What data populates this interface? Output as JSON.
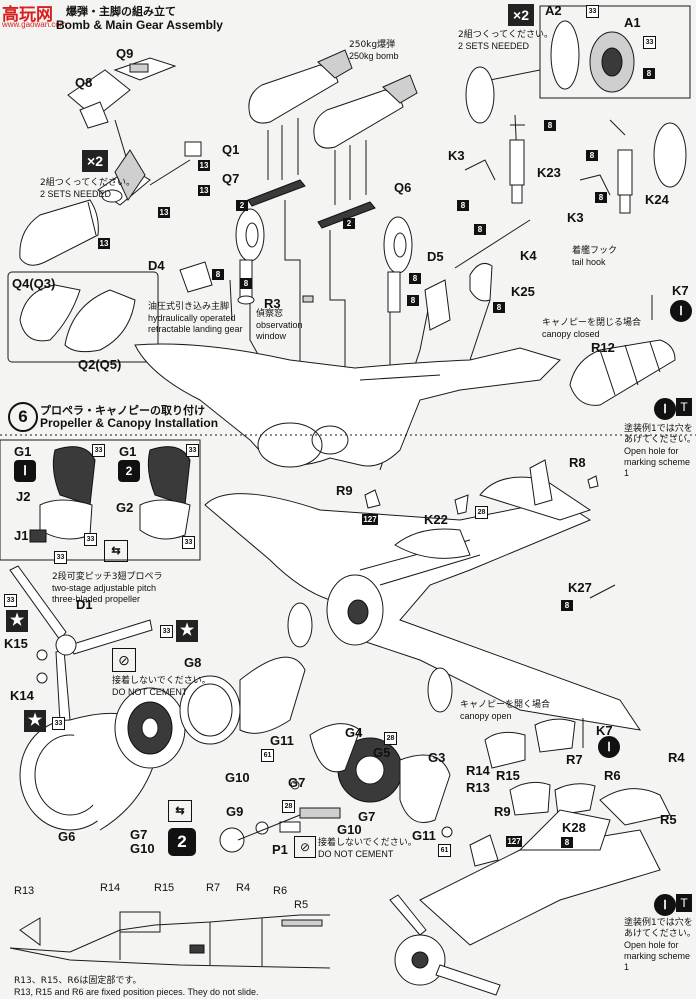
{
  "header": {
    "watermark_logo": "高玩网",
    "watermark_url": "www.gaowan.com",
    "section5_title_jp": "爆弾・主脚の組み立て",
    "section5_title_en": "Bomb & Main Gear Assembly"
  },
  "section6": {
    "number": "6",
    "title_jp": "プロペラ・キャノピーの取り付け",
    "title_en": "Propeller & Canopy Installation"
  },
  "counts": {
    "x2": "×2",
    "two_sets_jp": "2組つくってください。",
    "two_sets_en": "2 SETS NEEDED"
  },
  "parts": {
    "q9": "Q9",
    "q8": "Q8",
    "q1": "Q1",
    "q7": "Q7",
    "q6": "Q6",
    "q4q3": "Q4(Q3)",
    "q2q5": "Q2(Q5)",
    "d4": "D4",
    "r3": "R3",
    "d5": "D5",
    "k25": "K25",
    "k4": "K4",
    "k3a": "K3",
    "k3b": "K3",
    "k23": "K23",
    "k24": "K24",
    "a2": "A2",
    "a1": "A1",
    "k7a": "K7",
    "k7b": "K7",
    "r12": "R12",
    "r8": "R8",
    "r9a": "R9",
    "r9b": "R9",
    "k22": "K22",
    "k27": "K27",
    "g1a": "G1",
    "g1b": "G1",
    "j2": "J2",
    "j1": "J1",
    "g2": "G2",
    "d1": "D1",
    "k15": "K15",
    "k14": "K14",
    "g8": "G8",
    "g6": "G6",
    "g4": "G4",
    "g5": "G5",
    "g3": "G3",
    "g11a": "G11",
    "g11b": "G11",
    "g10a": "G10",
    "g10b": "G10",
    "g7a": "G7",
    "g7b": "G7",
    "g9": "G9",
    "p1": "P1",
    "g7g10": "G7\nG10",
    "r14": "R14",
    "r15": "R15",
    "r13": "R13",
    "r7": "R7",
    "r6": "R6",
    "r4": "R4",
    "r5": "R5",
    "k28": "K28",
    "f_r13": "R13",
    "f_r14": "R14",
    "f_r15": "R15",
    "f_r7": "R7",
    "f_r4": "R4",
    "f_r6": "R6",
    "f_r5": "R5"
  },
  "labels": {
    "bomb_jp": "250kg爆弾",
    "bomb_en": "250kg bomb",
    "gear_jp": "油圧式引き込み主脚",
    "gear_en": "hydraulically operated\nretractable landing gear",
    "window_jp": "偵察窓",
    "window_en": "observation\nwindow",
    "tailhook_jp": "着艦フック",
    "tailhook_en": "tail hook",
    "canopy_closed_jp": "キャノピーを閉じる場合",
    "canopy_closed_en": "canopy closed",
    "canopy_open_jp": "キャノピーを開く場合",
    "canopy_open_en": "canopy open",
    "scheme_jp": "塗装例1では穴を\nあけてください。",
    "scheme_en": "Open hole for\nmarking scheme 1",
    "prop_jp": "2段可変ピッチ3翅プロペラ",
    "prop_en": "two-stage adjustable pitch\nthree-bladed propeller",
    "nocement_jp": "接着しないでください。",
    "nocement_en": "DO NOT CEMENT",
    "footer_jp": "R13、R15、R6は固定部です。",
    "footer_en": "R13, R15 and R6 are fixed position pieces. They do not slide."
  },
  "paint_codes": {
    "c13": "13",
    "c8": "8",
    "c2": "2",
    "c33": "33",
    "c127": "127",
    "c28": "28",
    "c61": "61"
  },
  "icons": [
    "star-icon",
    "no-cement-icon",
    "hole-drill-icon",
    "arrow-swap-icon"
  ],
  "colors": {
    "ink": "#111111",
    "paper": "#f4f4f2",
    "badge": "#111111",
    "watermark_red": "#d81e1e"
  }
}
